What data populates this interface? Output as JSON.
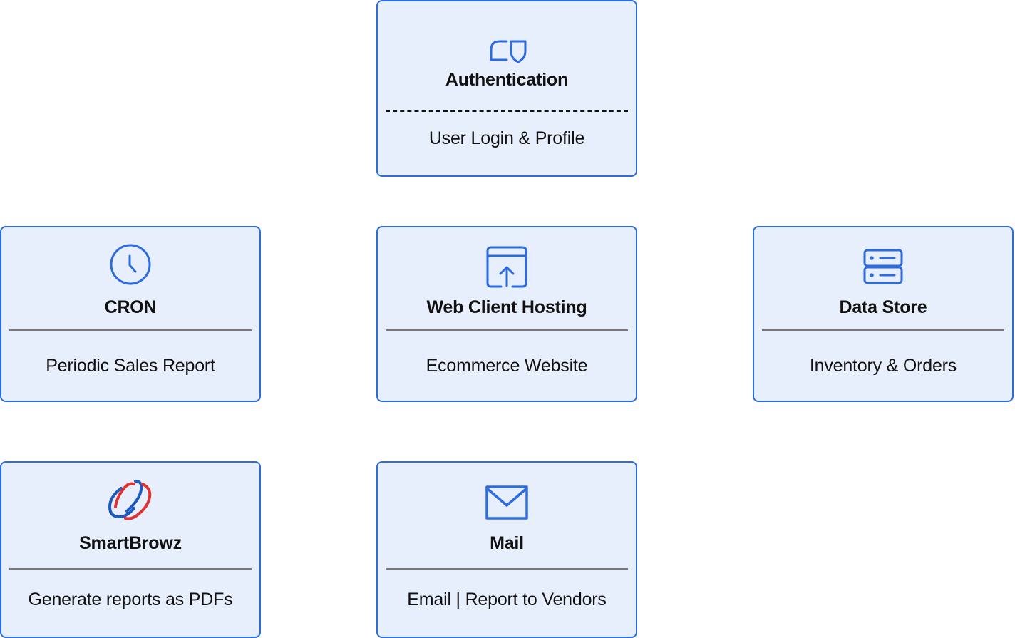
{
  "nodes": {
    "authentication": {
      "title": "Authentication",
      "subtitle": "User Login & Profile",
      "icon": "shield-icon"
    },
    "cron": {
      "title": "CRON",
      "subtitle": "Periodic Sales Report",
      "icon": "clock-icon"
    },
    "web_client_hosting": {
      "title": "Web Client Hosting",
      "subtitle": "Ecommerce Website",
      "icon": "upload-window-icon"
    },
    "data_store": {
      "title": "Data Store",
      "subtitle": "Inventory & Orders",
      "icon": "server-icon"
    },
    "smartbrowz": {
      "title": "SmartBrowz",
      "subtitle": "Generate reports as PDFs",
      "icon": "smartbrowz-logo-icon"
    },
    "mail": {
      "title": "Mail",
      "subtitle": "Email | Report to Vendors",
      "icon": "envelope-icon"
    }
  },
  "colors": {
    "card_fill": "#e7eefc",
    "card_border": "#2d6be0",
    "icon_blue": "#2d6be0",
    "logo_red": "#e0302f",
    "logo_blue": "#1d5bbf"
  }
}
